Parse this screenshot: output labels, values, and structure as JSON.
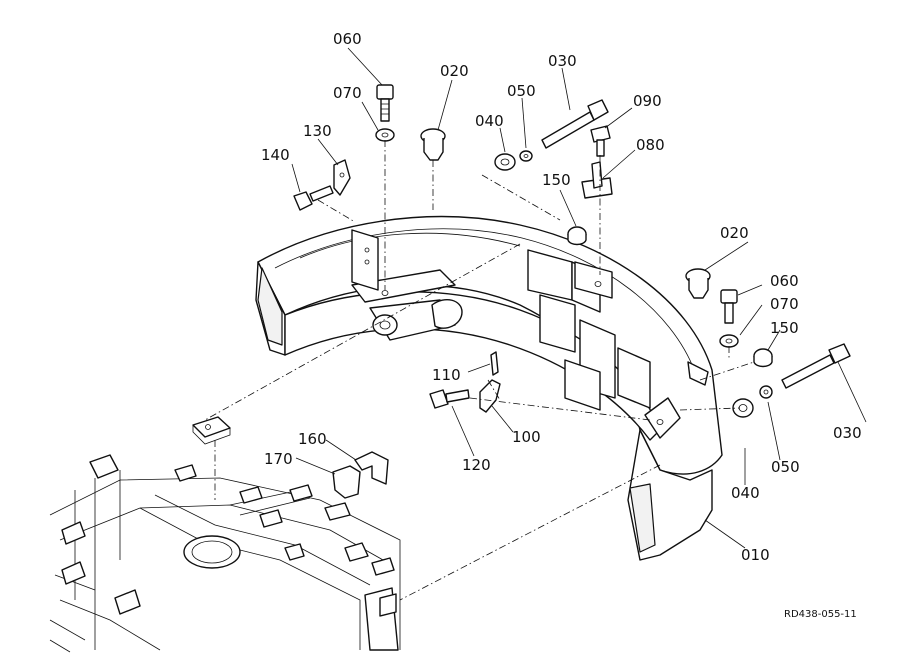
{
  "parts": {
    "p010": "010",
    "p020a": "020",
    "p020b": "020",
    "p030a": "030",
    "p030b": "030",
    "p040a": "040",
    "p040b": "040",
    "p050a": "050",
    "p050b": "050",
    "p060a": "060",
    "p060b": "060",
    "p070a": "070",
    "p070b": "070",
    "p080": "080",
    "p090": "090",
    "p100": "100",
    "p110": "110",
    "p120": "120",
    "p130": "130",
    "p140": "140",
    "p150a": "150",
    "p150b": "150",
    "p160": "160",
    "p170": "170"
  },
  "drawing_ref": "RD438-055-11"
}
